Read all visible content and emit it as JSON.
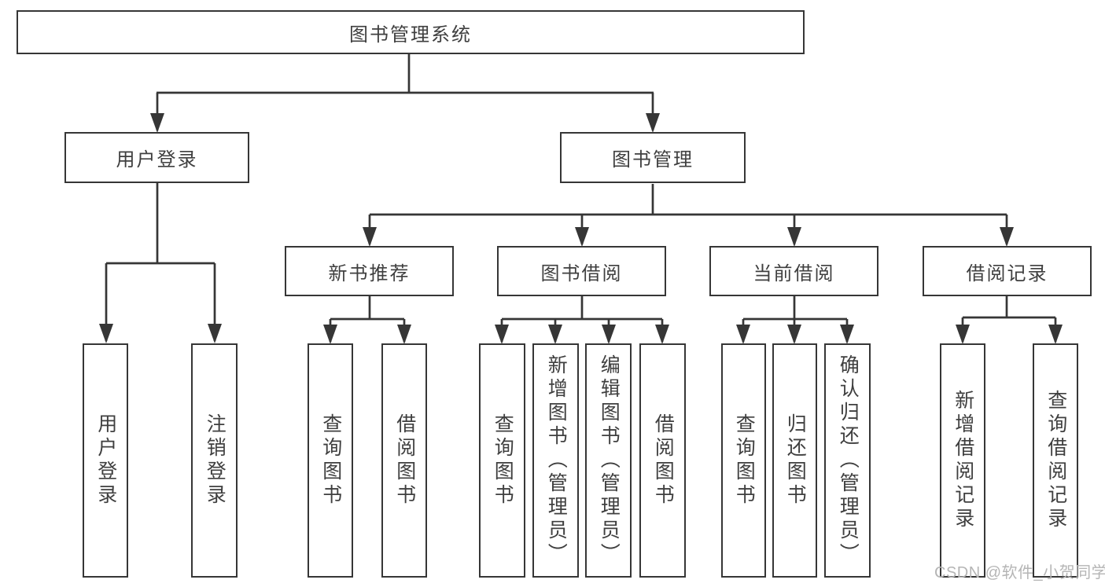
{
  "diagram": {
    "title": "图书管理系统",
    "root": {
      "label": "图书管理系统"
    },
    "branches": [
      {
        "label": "用户登录",
        "children": [
          {
            "label": "用户登录"
          },
          {
            "label": "注销登录"
          }
        ]
      },
      {
        "label": "图书管理",
        "children": [
          {
            "label": "新书推荐",
            "children": [
              {
                "label": "查询图书"
              },
              {
                "label": "借阅图书"
              }
            ]
          },
          {
            "label": "图书借阅",
            "children": [
              {
                "label": "查询图书"
              },
              {
                "label": "新增图书（管理员）"
              },
              {
                "label": "编辑图书（管理员）"
              },
              {
                "label": "借阅图书"
              }
            ]
          },
          {
            "label": "当前借阅",
            "children": [
              {
                "label": "查询图书"
              },
              {
                "label": "归还图书"
              },
              {
                "label": "确认归还（管理员）"
              }
            ]
          },
          {
            "label": "借阅记录",
            "children": [
              {
                "label": "新增借阅记录"
              },
              {
                "label": "查询借阅记录"
              }
            ]
          }
        ]
      }
    ]
  },
  "watermark": {
    "text": "CSDN @软件_小贺同学"
  },
  "colors": {
    "line": "#363636",
    "text": "#3f3f3f",
    "background": "#ffffff",
    "watermark": "#b5b5b5"
  }
}
